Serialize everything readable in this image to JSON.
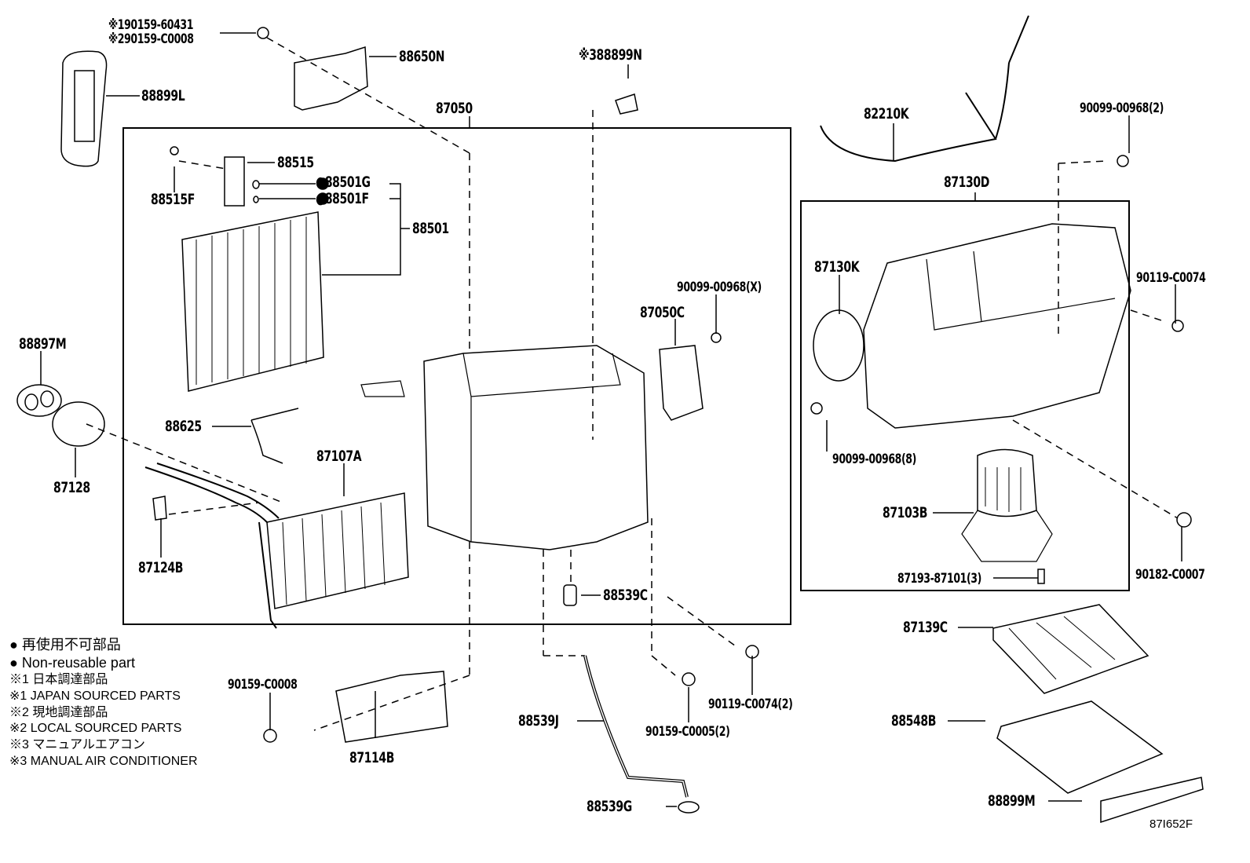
{
  "diagram": {
    "title": "Heater & Air Conditioner Unit - Parts Diagram",
    "illustration_code": "87I652F",
    "callouts": {
      "c_90159_60431": "※190159-60431",
      "c_90159_C0008_loc": "※290159-C0008",
      "c_88650N": "88650N",
      "c_88899L": "88899L",
      "c_87050": "87050",
      "c_88899N": "※388899N",
      "c_82210K": "82210K",
      "c_90099_00968_2": "90099-00968(2)",
      "c_88515": "88515",
      "c_88515F": "88515F",
      "c_88501G": "●88501G",
      "c_88501F": "●88501F",
      "c_88501": "88501",
      "c_87130D": "87130D",
      "c_87130K": "87130K",
      "c_90099_00968_X": "90099-00968(X)",
      "c_87050C": "87050C",
      "c_90119_C0074": "90119-C0074",
      "c_88897M": "88897M",
      "c_88625": "88625",
      "c_87107A": "87107A",
      "c_87128": "87128",
      "c_87124B": "87124B",
      "c_90099_00968_8": "90099-00968(8)",
      "c_87103B": "87103B",
      "c_87193_87101_3": "87193-87101(3)",
      "c_90182_C0007": "90182-C0007",
      "c_88539C": "88539C",
      "c_87139C": "87139C",
      "c_90159_C0008": "90159-C0008",
      "c_87114B": "87114B",
      "c_88539J": "88539J",
      "c_90159_C0005_2": "90159-C0005(2)",
      "c_90119_C0074_2": "90119-C0074(2)",
      "c_88548B": "88548B",
      "c_88539G": "88539G",
      "c_88899M": "88899M"
    }
  },
  "legend": {
    "non_reusable_jp": "● 再使用不可部品",
    "non_reusable_en": "● Non-reusable part",
    "note1_jp": "※1 日本調達部品",
    "note1_en": "※1 JAPAN SOURCED PARTS",
    "note2_jp": "※2 現地調達部品",
    "note2_en": "※2 LOCAL SOURCED PARTS",
    "note3_jp": "※3 マニュアルエアコン",
    "note3_en": "※3 MANUAL AIR CONDITIONER"
  }
}
